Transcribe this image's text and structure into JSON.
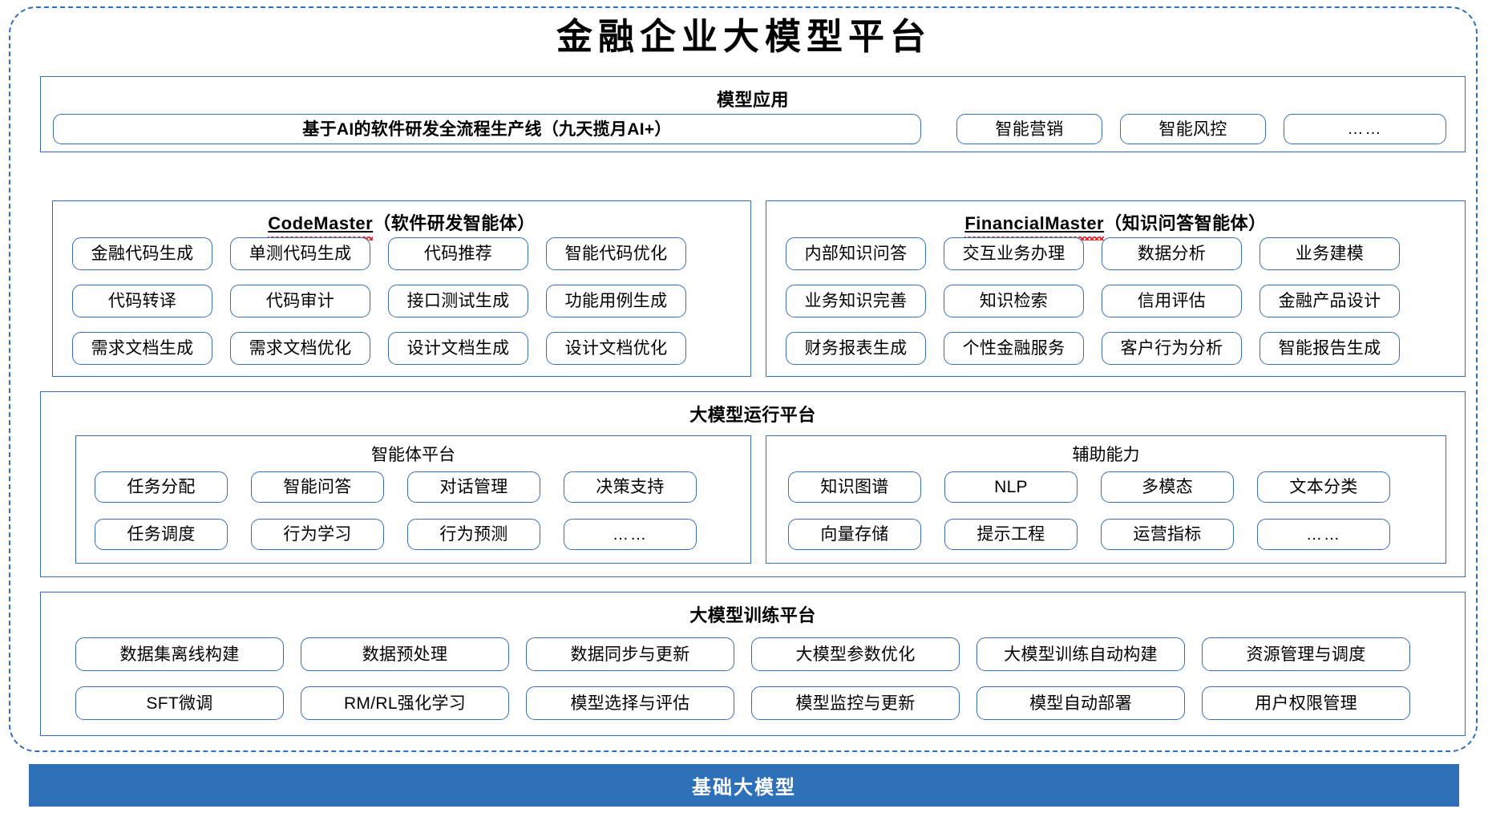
{
  "title": "金融企业大模型平台",
  "colors": {
    "border_blue": "#3a6fb5",
    "dashed_blue": "#2f6fc0",
    "base_bar_blue": "#2e70b8",
    "squiggle_red": "#e02020"
  },
  "app_section": {
    "header": "模型应用",
    "items": [
      "基于AI的软件研发全流程生产线（九天揽月AI+）",
      "智能营销",
      "智能风控",
      "……"
    ]
  },
  "agents": [
    {
      "name": "CodeMaster",
      "suffix": "（软件研发智能体）",
      "rows": [
        [
          "金融代码生成",
          "单测代码生成",
          "代码推荐",
          "智能代码优化"
        ],
        [
          "代码转译",
          "代码审计",
          "接口测试生成",
          "功能用例生成"
        ],
        [
          "需求文档生成",
          "需求文档优化",
          "设计文档生成",
          "设计文档优化"
        ]
      ]
    },
    {
      "name": "FinancialMaster",
      "suffix": "（知识问答智能体）",
      "rows": [
        [
          "内部知识问答",
          "交互业务办理",
          "数据分析",
          "业务建模"
        ],
        [
          "业务知识完善",
          "知识检索",
          "信用评估",
          "金融产品设计"
        ],
        [
          "财务报表生成",
          "个性金融服务",
          "客户行为分析",
          "智能报告生成"
        ]
      ]
    }
  ],
  "runtime": {
    "header": "大模型运行平台",
    "panels": [
      {
        "title": "智能体平台",
        "rows": [
          [
            "任务分配",
            "智能问答",
            "对话管理",
            "决策支持"
          ],
          [
            "任务调度",
            "行为学习",
            "行为预测",
            "……"
          ]
        ]
      },
      {
        "title": "辅助能力",
        "rows": [
          [
            "知识图谱",
            "NLP",
            "多模态",
            "文本分类"
          ],
          [
            "向量存储",
            "提示工程",
            "运营指标",
            "……"
          ]
        ]
      }
    ]
  },
  "training": {
    "header": "大模型训练平台",
    "rows": [
      [
        "数据集离线构建",
        "数据预处理",
        "数据同步与更新",
        "大模型参数优化",
        "大模型训练自动构建",
        "资源管理与调度"
      ],
      [
        "SFT微调",
        "RM/RL强化学习",
        "模型选择与评估",
        "模型监控与更新",
        "模型自动部署",
        "用户权限管理"
      ]
    ]
  },
  "base": {
    "label": "基础大模型"
  }
}
